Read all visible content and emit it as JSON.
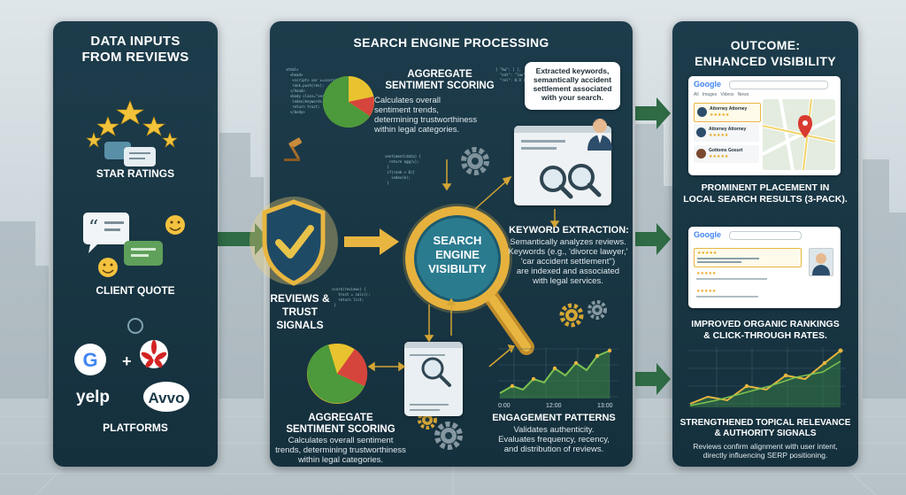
{
  "columns": {
    "inputs": {
      "title": "DATA INPUTS\nFROM REVIEWS",
      "items": [
        {
          "label": "STAR RATINGS"
        },
        {
          "label": "CLIENT QUOTE"
        },
        {
          "label": "PLATFORMS"
        }
      ],
      "platform_logos": {
        "yelp": "yelp",
        "avvo": "Avvo",
        "google": "G",
        "plus": "+"
      }
    },
    "processing": {
      "title": "SEARCH ENGINE PROCESSING",
      "trust_label": "REVIEWS &\nTRUST SIGNALS",
      "center_label": "SEARCH\nENGINE\nVISIBILITY",
      "sentiment_top": {
        "heading": "AGGREGATE\nSENTIMENT SCORING",
        "text": "Calculates overall\nsentiment trends,\ndetermining trustworthiness\nwithin legal categories."
      },
      "sentiment_bottom": {
        "heading": "AGGREGATE\nSENTIMENT SCORING",
        "text": "Calculates overall sentiment\ntrends, determining trustworthiness\nwithin legal categories."
      },
      "keyword_bubble": "Extracted keywords,\nsemantically accident\nsettlement associated\nwith your search.",
      "keyword_extraction": {
        "heading": "KEYWORD EXTRACTION:",
        "text": "Semantically analyzes reviews.\nKeywords (e.g., 'divorce lawyer,'\n'car accident settlement'')\nare indexed and associated\nwith legal services."
      },
      "engagement": {
        "heading": "ENGAGEMENT PATTERNS",
        "text": "Validates authenticity.\nEvaluates frequency, recency,\nand distribution of reviews."
      },
      "chart_times": [
        "0:00",
        "12:00",
        "13:00"
      ]
    },
    "outcome": {
      "title": "OUTCOME:\nENHANCED VISIBILITY",
      "items": [
        {
          "label": "PROMINENT PLACEMENT IN\nLOCAL SEARCH RESULTS (3-PACK)."
        },
        {
          "label": "IMPROVED ORGANIC RANKINGS\n& CLICK-THROUGH RATES."
        },
        {
          "label": "STRENGTHENED TOPICAL RELEVANCE\n& AUTHORITY SIGNALS",
          "text": "Reviews confirm alignment with user intent,\ndirectly influencing SERP positioning."
        }
      ],
      "serp": {
        "google": "Google",
        "tabs": [
          "All",
          "Images",
          "Videos",
          "News"
        ],
        "listings": [
          "Attorney Attorney",
          "Attorney Attorney",
          "Gottoms Gosurt"
        ]
      }
    }
  },
  "colors": {
    "panel": "#1b3a48",
    "arrow_green": "#2f6b45",
    "gold": "#e8b640",
    "pie_green": "#4c9a3b",
    "pie_red": "#d6453c",
    "pie_yellow": "#e9c32f"
  },
  "icons": [
    "star-icon",
    "chat-bubble-icon",
    "smiley-icon",
    "google-icon",
    "yelp-icon",
    "avvo-icon",
    "shield-check-icon",
    "magnifier-icon",
    "gear-icon",
    "gavel-icon",
    "person-icon",
    "map-pin-icon",
    "line-chart-icon"
  ]
}
